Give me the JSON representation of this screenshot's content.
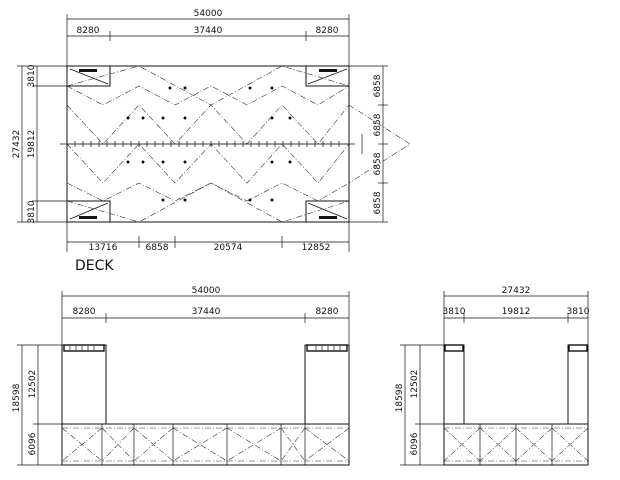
{
  "deck": {
    "title": "DECK",
    "top_total": "54000",
    "top_segments": [
      "8280",
      "37440",
      "8280"
    ],
    "left_total": "27432",
    "left_segments": [
      "3810",
      "19812",
      "3810"
    ],
    "right_segments": [
      "6858",
      "6858",
      "6858",
      "6858"
    ],
    "bottom_segments": [
      "13716",
      "6858",
      "20574",
      "12852"
    ]
  },
  "side_elevation": {
    "top_total": "54000",
    "top_segments": [
      "8280",
      "37440",
      "8280"
    ],
    "left_total": "18598",
    "left_segments": [
      "12502",
      "6096"
    ]
  },
  "end_elevation": {
    "top_total": "27432",
    "top_segments": [
      "3810",
      "19812",
      "3810"
    ],
    "left_total": "18598",
    "left_segments": [
      "12502",
      "6096"
    ]
  }
}
